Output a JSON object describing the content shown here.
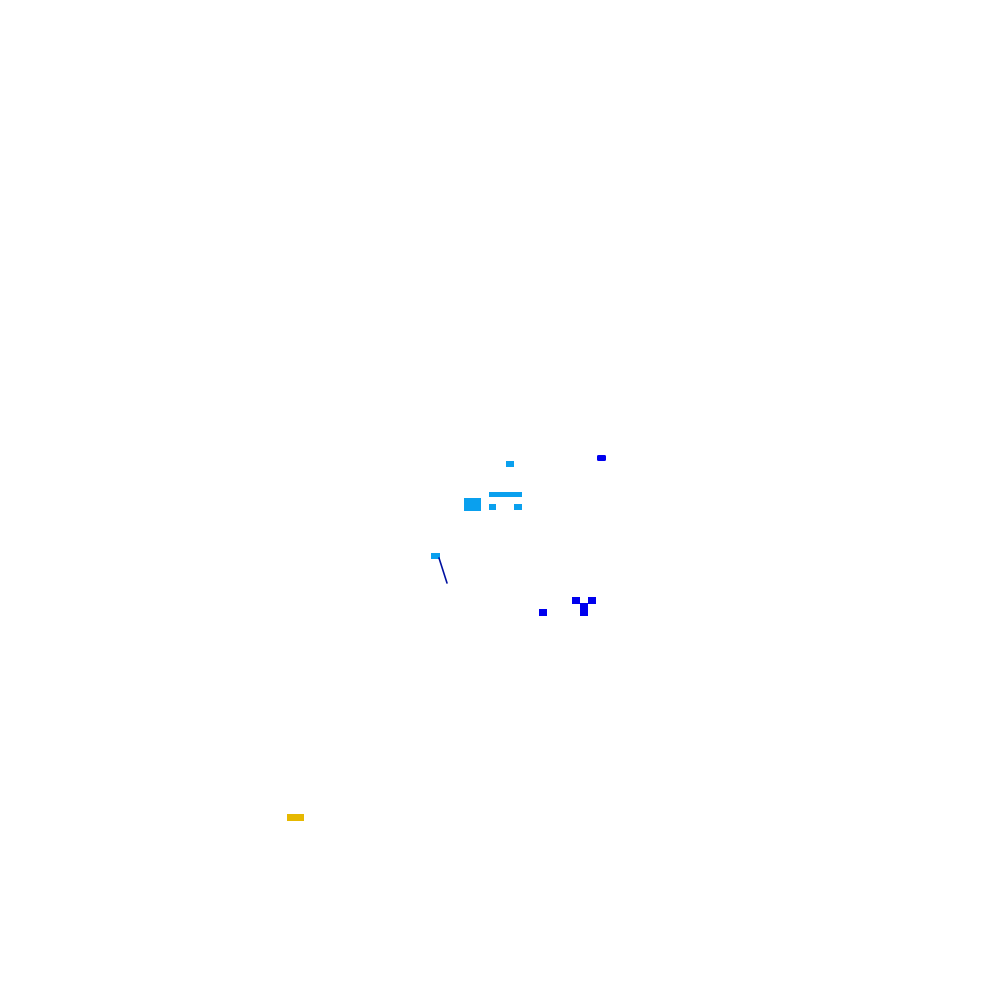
{
  "palette": {
    "background": "#ffffff",
    "light_blue": "#0aa0ee",
    "blue": "#0000ee",
    "dark_blue": "#0010a0",
    "gold": "#e6b800"
  },
  "scene": {
    "sprites": [
      {
        "name": "light-blue-sprite-small",
        "color": "light_blue"
      },
      {
        "name": "blue-sprite-top-right",
        "color": "blue"
      },
      {
        "name": "light-blue-sprite-bar",
        "color": "light_blue"
      },
      {
        "name": "light-blue-sprite-block",
        "color": "light_blue"
      },
      {
        "name": "light-blue-sprite-foot-left",
        "color": "light_blue"
      },
      {
        "name": "light-blue-sprite-foot-right",
        "color": "light_blue"
      },
      {
        "name": "light-blue-sprite-flag",
        "color": "light_blue"
      },
      {
        "name": "dark-blue-line",
        "color": "dark_blue"
      },
      {
        "name": "blue-sprite-small",
        "color": "blue"
      },
      {
        "name": "blue-sprite-y-left",
        "color": "blue"
      },
      {
        "name": "blue-sprite-y-right",
        "color": "blue"
      },
      {
        "name": "blue-sprite-y-stem",
        "color": "blue"
      },
      {
        "name": "gold-sprite-bar",
        "color": "gold"
      }
    ]
  }
}
